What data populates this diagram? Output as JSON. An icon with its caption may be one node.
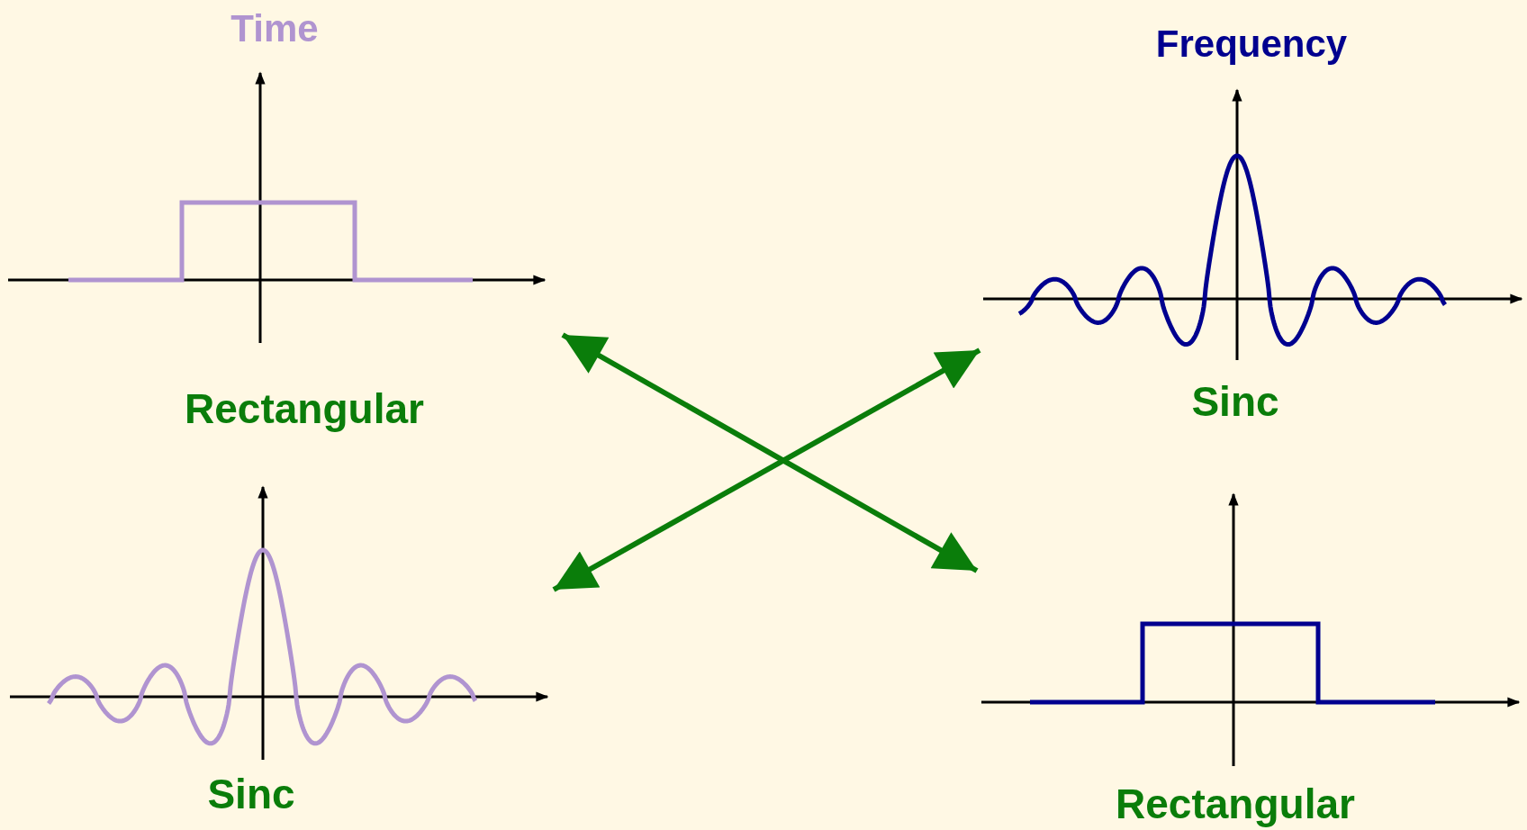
{
  "diagram": {
    "nodes": [
      {
        "text": [],
        "shape": "picture",
        "beside": [
          "Rectangular"
        ]
      },
      {
        "text": [],
        "shape": "picture",
        "beside": [
          "Sinc"
        ]
      },
      {
        "text": [],
        "shape": "picture",
        "beside": [
          "Sinc"
        ]
      },
      {
        "text": [],
        "shape": "picture",
        "beside": [
          "Rectangular"
        ]
      }
    ],
    "edges": [
      {
        "from": 0,
        "to": 3,
        "arrow": "both"
      },
      {
        "from": 1,
        "to": 2,
        "arrow": "both"
      }
    ],
    "labels": [
      "Time",
      "Frequency"
    ]
  }
}
